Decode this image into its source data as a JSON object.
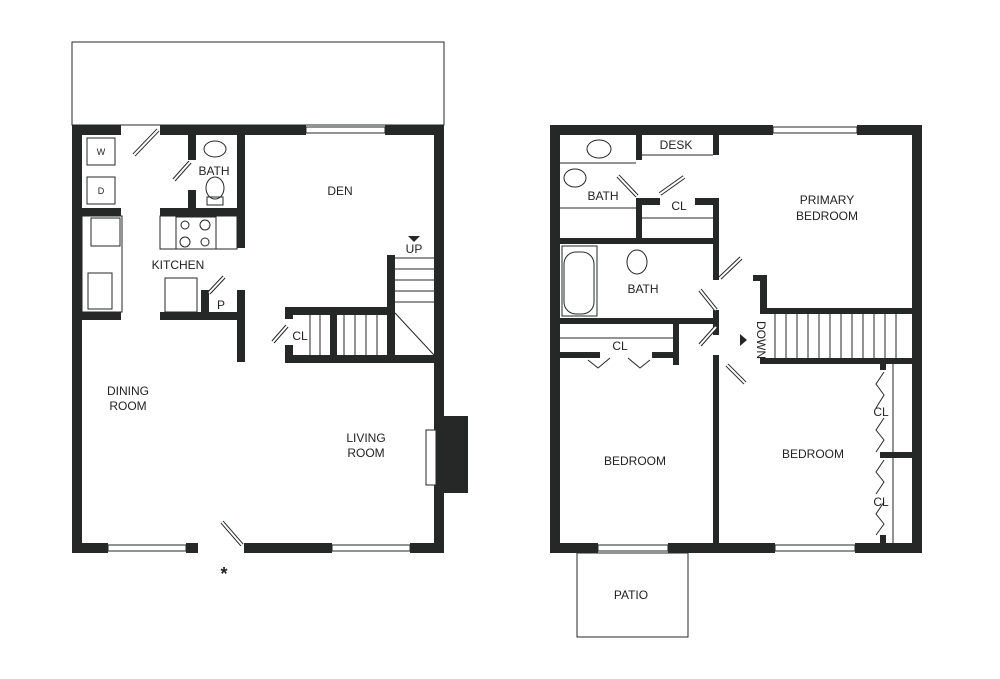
{
  "first_floor": {
    "rooms": {
      "den": "DEN",
      "bath": "BATH",
      "kitchen": "KITCHEN",
      "pantry": "P",
      "closet": "CL",
      "dining": [
        "DINING",
        "ROOM"
      ],
      "living": [
        "LIVING",
        "ROOM"
      ],
      "up": "UP",
      "washer": "W",
      "dryer": "D"
    },
    "entry_marker": "*"
  },
  "second_floor": {
    "rooms": {
      "desk": "DESK",
      "bath_1": "BATH",
      "closet_1": "CL",
      "primary": [
        "PRIMARY",
        "BEDROOM"
      ],
      "bath_2": "BATH",
      "closet_2": "CL",
      "down": "DOWN",
      "bedroom_1": "BEDROOM",
      "bedroom_2": "BEDROOM",
      "closet_3": "CL",
      "closet_4": "CL",
      "patio": "PATIO"
    }
  },
  "colors": {
    "wall": "#252827",
    "background": "#ffffff"
  }
}
